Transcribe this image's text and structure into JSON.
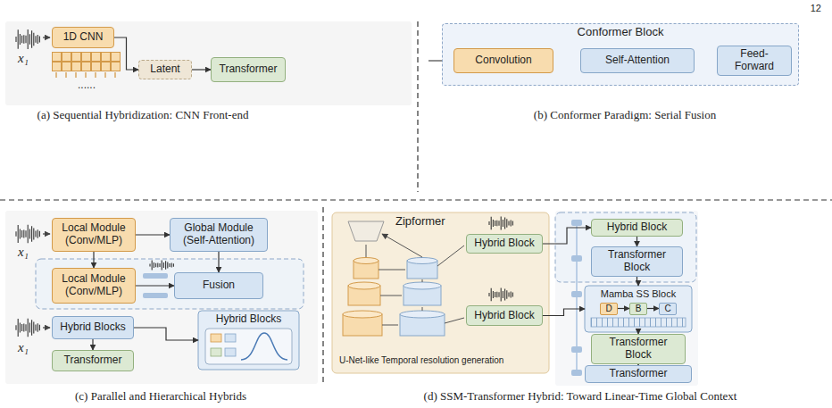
{
  "diagram": {
    "nodes": [
      {
        "text": [
          "1D CNN"
        ]
      },
      {
        "text": [
          "Latent"
        ]
      },
      {
        "text": [
          "Transformer"
        ]
      },
      {
        "text": [
          "Conformer Block"
        ]
      },
      {
        "text": [
          "Convolution"
        ],
        "in": 3
      },
      {
        "text": [
          "Self-Attention"
        ],
        "in": 3
      },
      {
        "text": [
          "Feed-Forward"
        ],
        "in": 3
      },
      {
        "text": [
          "Local Module (Conv/MLP)"
        ]
      },
      {
        "text": [
          "Global Module (Self-Attention)"
        ]
      },
      {
        "text": [
          "Local Module (Conv/MLP)"
        ]
      },
      {
        "text": [
          "Fusion"
        ]
      },
      {
        "text": [
          "Hybrid Blocks"
        ]
      },
      {
        "text": [
          "Hybrid Blocks"
        ]
      },
      {
        "text": [
          "Transformer"
        ]
      },
      {
        "text": [
          "Zipformer"
        ]
      },
      {
        "text": [
          "Hybrid Block"
        ],
        "in": 14
      },
      {
        "text": [
          "Hybrid Block"
        ],
        "in": 14
      },
      {
        "text": [
          "Hybrid Block"
        ]
      },
      {
        "text": [
          "Transformer Block"
        ]
      },
      {
        "text": [
          "Mamba SS Block"
        ]
      },
      {
        "text": [
          "D"
        ],
        "in": 19
      },
      {
        "text": [
          "B"
        ],
        "in": 19
      },
      {
        "text": [
          "C"
        ],
        "in": 19
      },
      {
        "text": [
          "Transformer Block"
        ]
      },
      {
        "text": [
          "Transformer"
        ]
      }
    ],
    "edges": [
      {
        "from": 0,
        "to": 1,
        "arrow": "to"
      },
      {
        "from": 1,
        "to": 2,
        "arrow": "to"
      },
      {
        "from": 4,
        "to": 5,
        "arrow": "to"
      },
      {
        "from": 5,
        "to": 6,
        "arrow": "to"
      },
      {
        "from": 7,
        "to": 8,
        "arrow": "to"
      },
      {
        "from": 7,
        "to": 9,
        "arrow": "to"
      },
      {
        "from": 8,
        "to": 10,
        "arrow": "to"
      },
      {
        "from": 9,
        "to": 10,
        "arrow": "to"
      },
      {
        "from": 11,
        "to": 13,
        "arrow": "to"
      },
      {
        "from": 11,
        "to": 12,
        "arrow": "to"
      },
      {
        "from": 15,
        "to": 17,
        "arrow": "to"
      },
      {
        "from": 16,
        "to": 19,
        "arrow": "to"
      },
      {
        "from": 17,
        "to": 18,
        "arrow": "to"
      },
      {
        "from": 18,
        "to": 19,
        "arrow": "to"
      },
      {
        "from": 20,
        "to": 21,
        "arrow": "to"
      },
      {
        "from": 21,
        "to": 22,
        "arrow": "to"
      },
      {
        "from": 19,
        "to": 23,
        "arrow": "to"
      },
      {
        "from": 23,
        "to": 24,
        "arrow": "to"
      }
    ],
    "labels": [
      "12",
      "x₁",
      "......",
      "(a) Sequential Hybridization: CNN Front-end",
      "(b) Conformer Paradigm: Serial Fusion",
      "x₁",
      "x₁",
      "(c) Parallel and Hierarchical Hybrids",
      "U-Net-like Temporal resolution generation",
      "(d) SSM-Transformer Hybrid: Toward Linear-Time Global Context"
    ]
  }
}
